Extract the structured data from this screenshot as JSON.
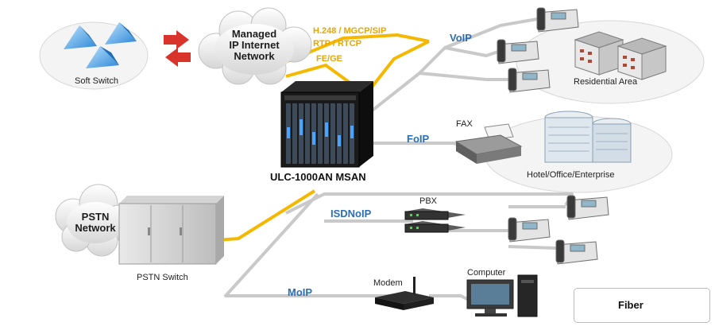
{
  "clouds": {
    "managed": [
      "Managed",
      "IP Internet",
      "Network"
    ],
    "pstn": [
      "PSTN",
      "Network"
    ]
  },
  "devices": {
    "soft_switch": "Soft Switch",
    "msan": "ULC-1000AN MSAN",
    "pstn_switch": "PSTN Switch",
    "fax": "FAX",
    "pbx": "PBX",
    "modem": "Modem",
    "computer": "Computer"
  },
  "areas": {
    "residential": "Residential Area",
    "hotel": "Hotel/Office/Enterprise"
  },
  "protocols": [
    "H.248 / MGCP/SIP",
    "RTP / RTCP",
    "FE/GE"
  ],
  "services": {
    "voip": "VoIP",
    "foip": "FoIP",
    "isdnoip": "ISDNoIP",
    "moip": "MoIP"
  },
  "legend": {
    "label": "Fiber"
  },
  "colors": {
    "fiber": "#f5b800",
    "link": "#c9c9c9",
    "service_label": "#2a6fb5",
    "arrow": "#d9342b"
  }
}
